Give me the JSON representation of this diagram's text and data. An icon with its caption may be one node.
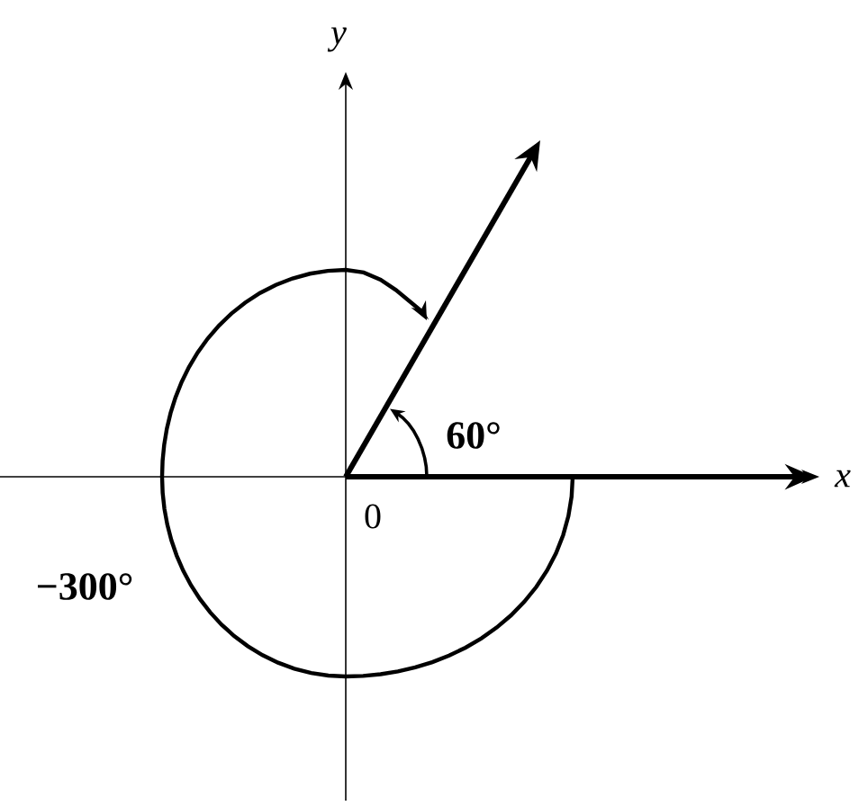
{
  "diagram": {
    "labels": [
      "y",
      "x",
      "0",
      "60°",
      "−300°"
    ]
  }
}
